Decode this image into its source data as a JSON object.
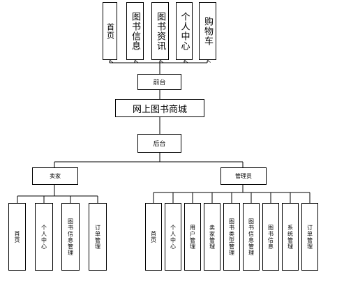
{
  "title": "网上图书商城",
  "front": {
    "label": "前台",
    "items": [
      "首页",
      "图书信息",
      "图书资讯",
      "个人中心",
      "购物车"
    ]
  },
  "back": {
    "label": "后台",
    "seller": {
      "label": "卖家",
      "items": [
        "首页",
        "个人中心",
        "图书信息管理",
        "订单管理"
      ]
    },
    "admin": {
      "label": "管理员",
      "items": [
        "首页",
        "个人中心",
        "用户管理",
        "卖家管理",
        "图书类型管理",
        "图书信息管理",
        "图书信息",
        "系统管理",
        "订单管理"
      ]
    }
  }
}
